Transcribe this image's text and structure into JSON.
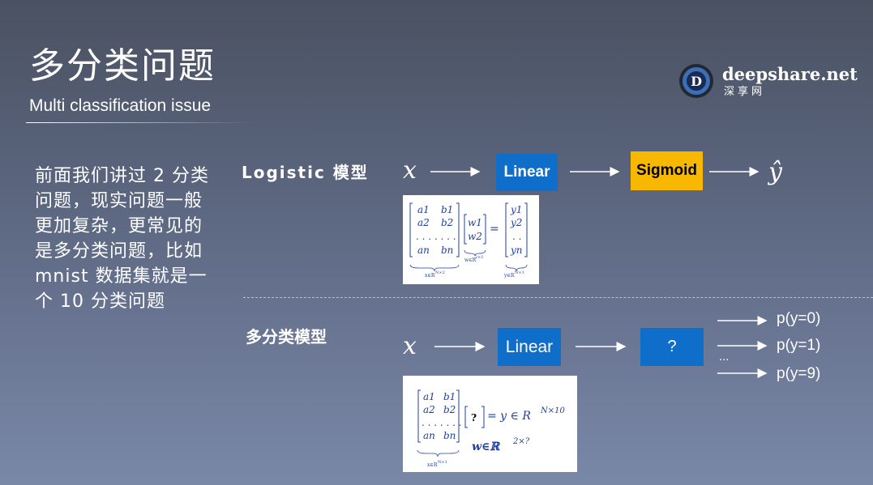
{
  "slide": {
    "title": "多分类问题",
    "subtitle": "Multi classification issue"
  },
  "logo": {
    "name": "deepshare.net",
    "sub": "深享网",
    "emblem_letter": "D"
  },
  "body_text": "前面我们讲过 2 分类问题，现实问题一般更加复杂，更常见的是多分类问题，比如 mnist 数据集就是一个 10 分类问题",
  "logistic_section": {
    "label": "Logistic 模型",
    "input_symbol": "x",
    "linear_label": "Linear",
    "sigmoid_label": "Sigmoid",
    "output_symbol": "ŷ",
    "matrix": {
      "rows": [
        [
          "a1",
          "b1"
        ],
        [
          "a2",
          "b2"
        ],
        [
          "an",
          "bn"
        ]
      ],
      "vector_w": [
        "w1",
        "w2"
      ],
      "vector_y": [
        "y1",
        "y2",
        "yn"
      ],
      "x_dim": "x∈R",
      "x_sup": "N×2",
      "w_dim": "w∈R",
      "w_sup": "2×1",
      "y_dim": "y∈R",
      "y_sup": "N×1"
    }
  },
  "multi_section": {
    "label": "多分类模型",
    "input_symbol": "x",
    "linear_label": "Linear",
    "unknown_label": "?",
    "outputs": [
      "p(y=0)",
      "p(y=1)",
      "p(y=9)"
    ],
    "ellipsis": "...",
    "matrix": {
      "rows": [
        [
          "a1",
          "b1"
        ],
        [
          "a2",
          "b2"
        ],
        [
          "an",
          "bn"
        ]
      ],
      "unknown": "?",
      "equation": "= y ∈ R",
      "equation_sup": "N×10",
      "w_dim": "w∈ℝ",
      "w_sup": "2×?",
      "x_dim": "x∈R",
      "x_sup": "N×1"
    }
  },
  "colors": {
    "blue_box": "#0e6ec9",
    "sigmoid_box": "#f8b800",
    "math_blue": "#1f3fa0"
  }
}
